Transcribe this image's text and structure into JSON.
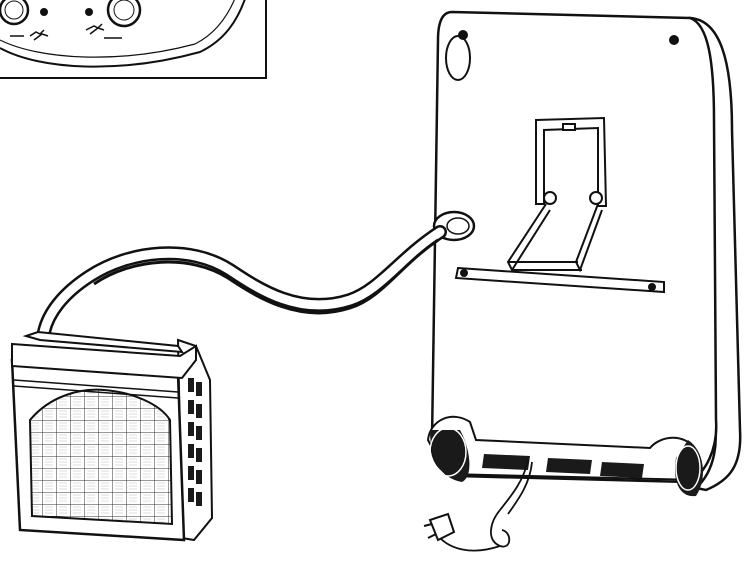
{
  "figure": {
    "inset": {
      "control_panel": {
        "knobs": [
          "left-knob",
          "right-knob"
        ],
        "indicator_lights": 2,
        "icons": [
          "fan-speed-icon",
          "fan-speed-icon"
        ]
      }
    },
    "unit": {
      "parts": [
        "main-unit-body",
        "hose-port",
        "wall-bracket",
        "rail-bar",
        "wheels",
        "power-cord",
        "plug"
      ]
    },
    "outdoor_unit": {
      "parts": [
        "outdoor-unit-housing",
        "carry-handle",
        "grille",
        "connection-hose"
      ]
    },
    "colors": {
      "line": "#111111",
      "fill": "#ffffff",
      "dark": "#1a1a1a",
      "mid": "#9a9a9a"
    }
  }
}
